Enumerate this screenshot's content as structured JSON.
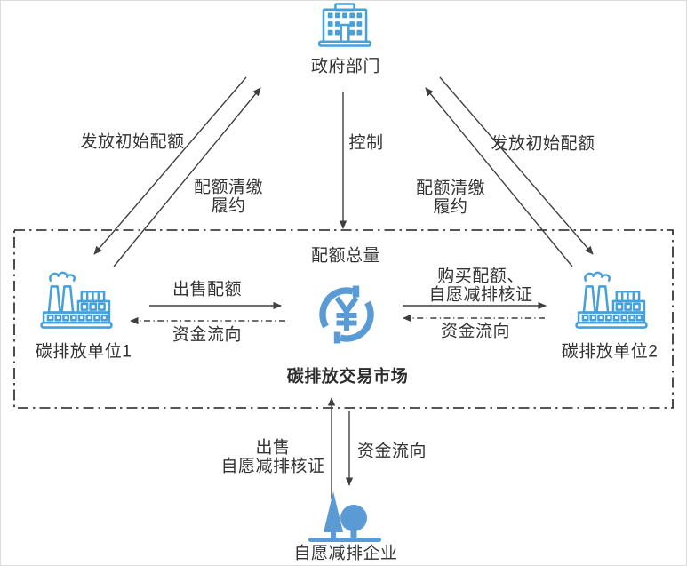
{
  "colors": {
    "outline-blue": "#45A1DC",
    "fill-blue": "#5B9BD5",
    "line-color": "#3F3F3F",
    "text-color": "#333333",
    "border-color": "#1F1F1F",
    "bg": "#FFFFFF"
  },
  "icons": {
    "government": "government-building-icon",
    "unit": "factory-icon",
    "market": "currency-cycle-icon",
    "voluntary": "trees-icon"
  },
  "nodes": {
    "government": "政府部门",
    "unit1": "碳排放单位1",
    "unit2": "碳排放单位2",
    "market_title": "碳排放交易市场",
    "voluntary": "自愿减排企业"
  },
  "labels": {
    "issue_left": "发放初始配额",
    "issue_right": "发放初始配额",
    "compliance_left_l1": "配额清缴",
    "compliance_left_l2": "履约",
    "compliance_right_l1": "配额清缴",
    "compliance_right_l2": "履约",
    "control": "控制",
    "quota_total": "配额总量",
    "sell_quota": "出售配额",
    "funds_left": "资金流向",
    "buy_line1": "购买配额、",
    "buy_line2": "自愿减排核证",
    "funds_right": "资金流向",
    "sell_voluntary_l1": "出售",
    "sell_voluntary_l2": "自愿减排核证",
    "funds_bottom": "资金流向"
  }
}
